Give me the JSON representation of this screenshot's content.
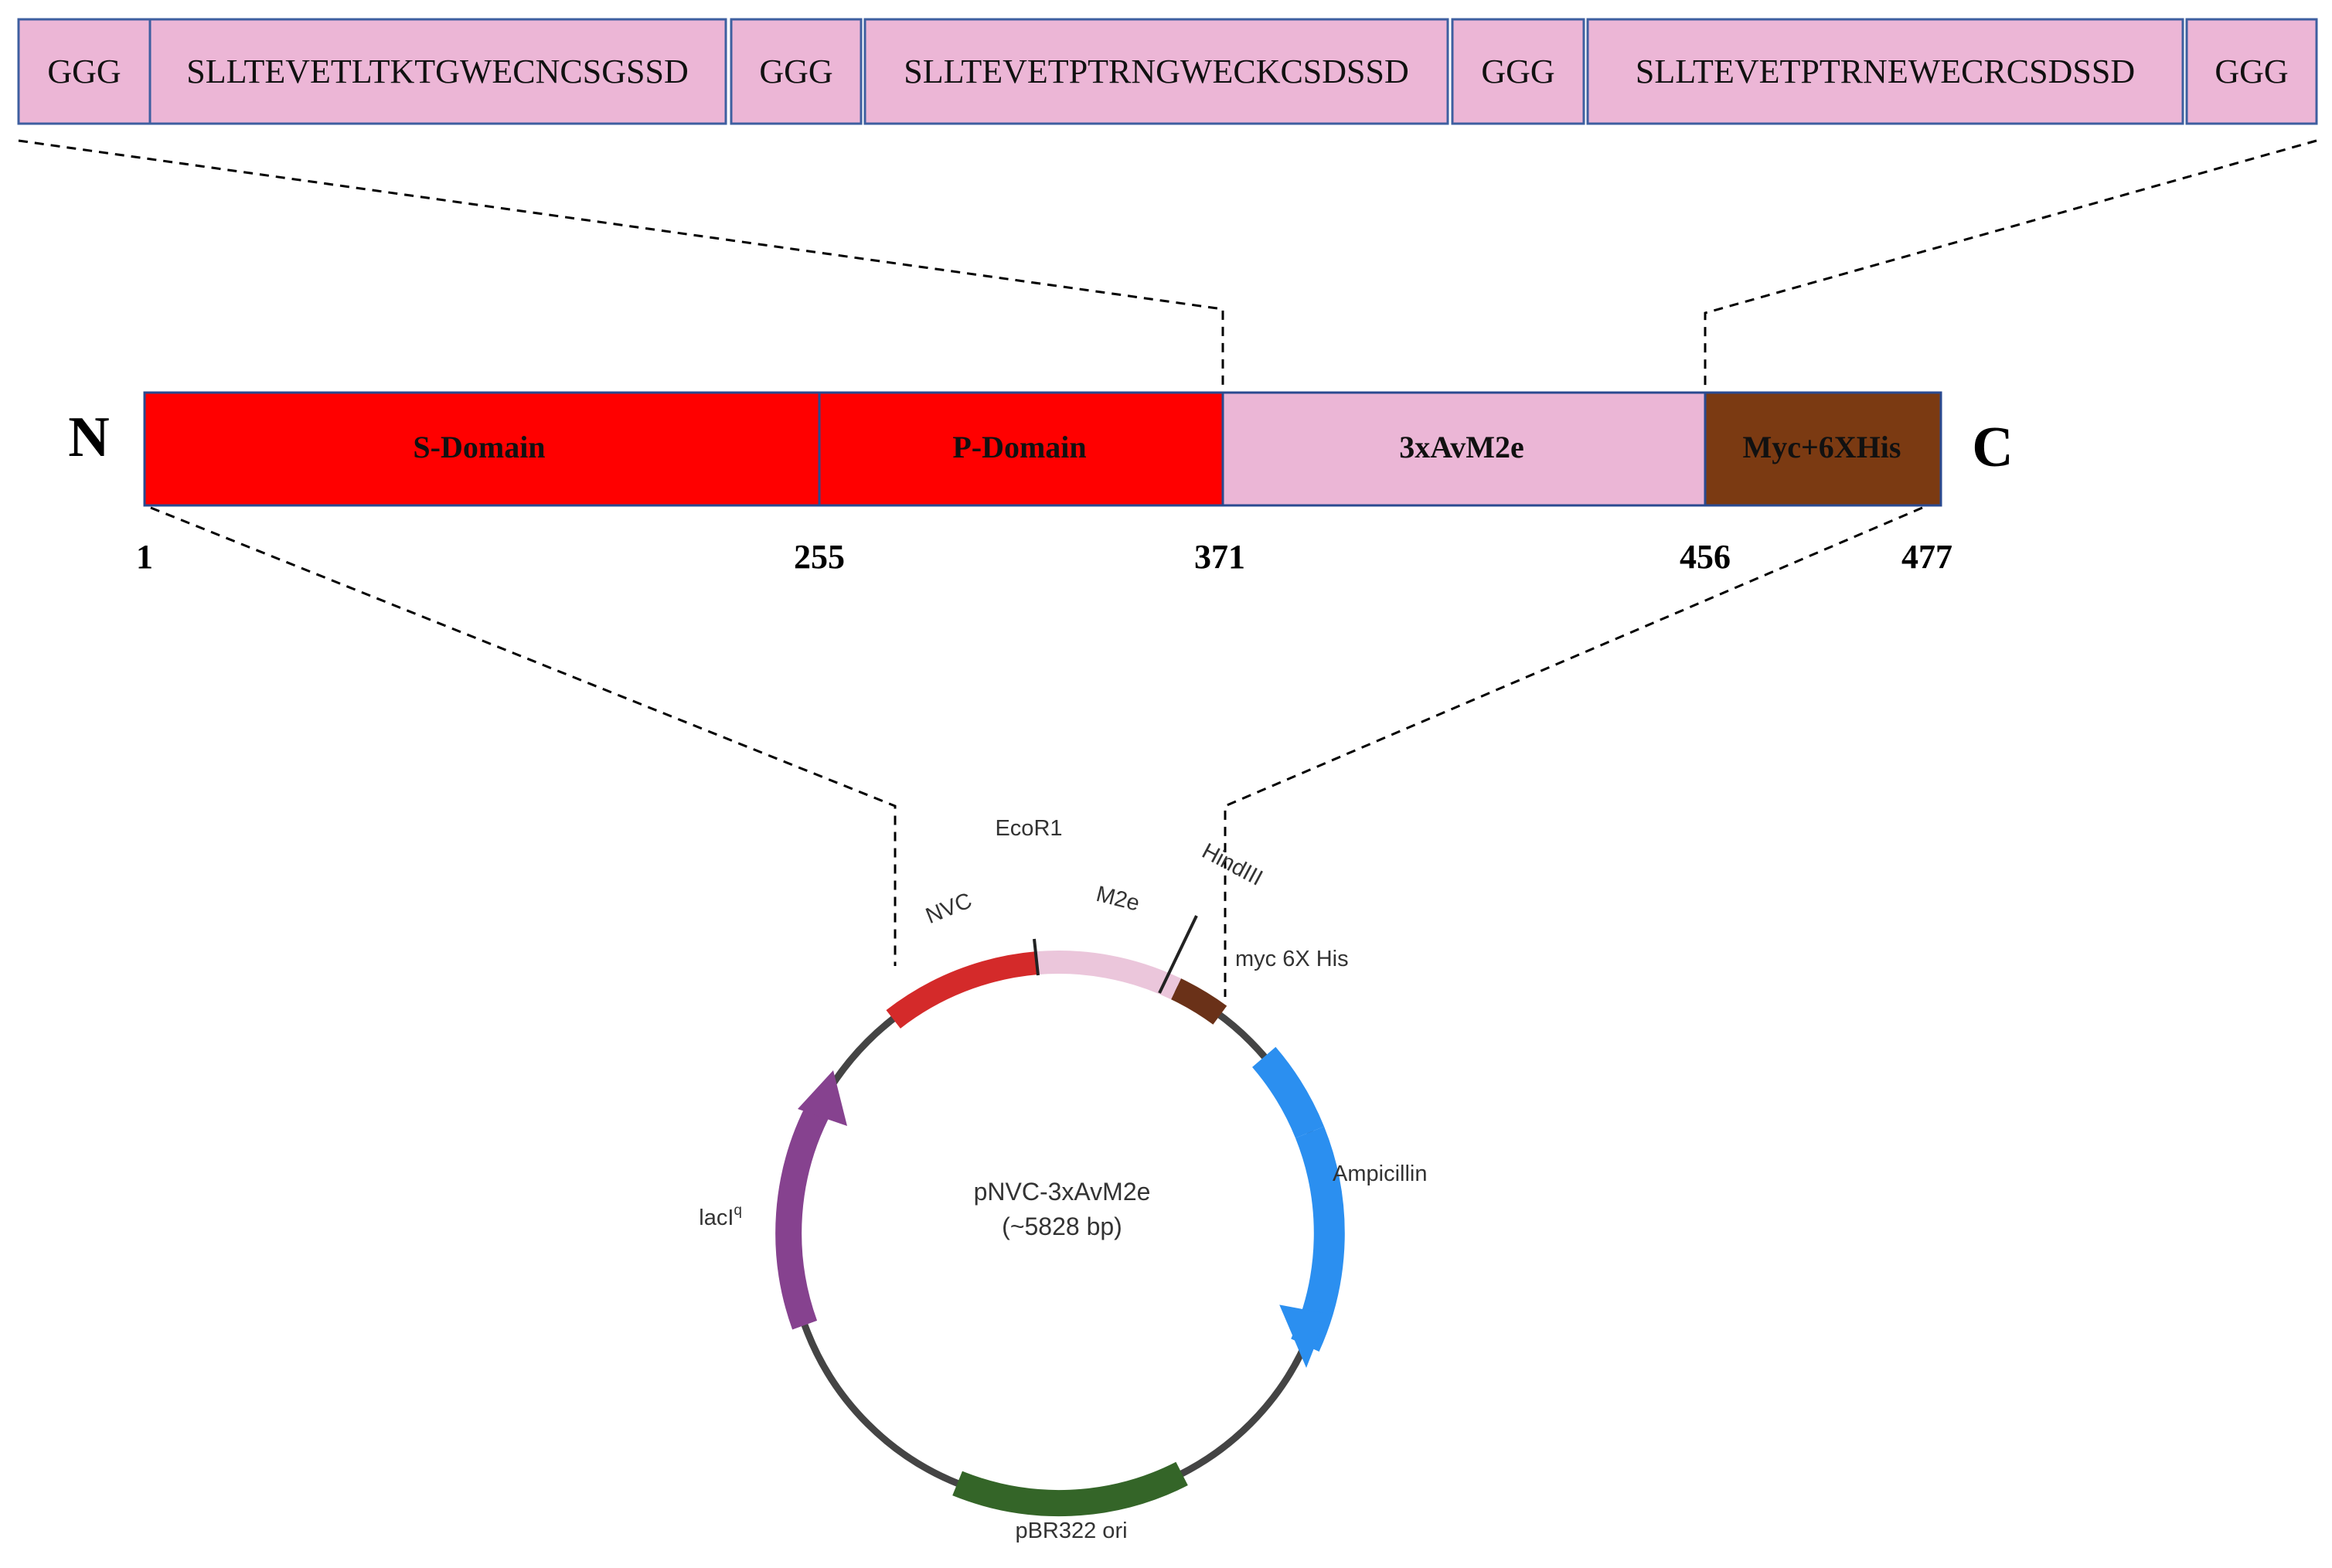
{
  "peptide_segments": [
    {
      "text": "GGG",
      "fill": "#ecb6d6"
    },
    {
      "text": "SLLTEVETLTKTGWECNCSGSSD",
      "fill": "#ecb6d6"
    },
    {
      "text": "GGG",
      "fill": "#ecb6d6"
    },
    {
      "text": "SLLTEVETPTRNGWECKCSDSSD",
      "fill": "#ecb6d6"
    },
    {
      "text": "GGG",
      "fill": "#ecb6d6"
    },
    {
      "text": "SLLTEVETPTRNEWECRCSDSSD",
      "fill": "#ecb6d6"
    },
    {
      "text": "GGG",
      "fill": "#ecb6d6"
    }
  ],
  "protein": {
    "n_label": "N",
    "c_label": "C",
    "domains": [
      {
        "label": "S-Domain",
        "fill": "#ff0000"
      },
      {
        "label": "P-Domain",
        "fill": "#ff0000"
      },
      {
        "label": "3xAvM2e",
        "fill": "#ebb6d6"
      },
      {
        "label": "Myc+6XHis",
        "fill": "#7b3a12"
      }
    ],
    "positions": [
      "1",
      "255",
      "371",
      "456",
      "477"
    ]
  },
  "plasmid": {
    "name": "pNVC-3xAvM2e",
    "size": "(~5828 bp)",
    "features": {
      "nvc": {
        "label": "NVC",
        "color": "#d42a2a"
      },
      "m2e": {
        "label": "M2e",
        "color": "#ebc6db"
      },
      "myc": {
        "label": "myc 6X His",
        "color": "#6a3118"
      },
      "amp": {
        "label": "Ampicillin",
        "color": "#2b8ff0"
      },
      "ori": {
        "label": "pBR322 ori",
        "color": "#346528"
      },
      "laci": {
        "label": "lacI",
        "label_sup": "q",
        "color": "#86428f"
      }
    },
    "sites": {
      "ecor1": "EcoR1",
      "hindiii": "HindIII"
    }
  }
}
